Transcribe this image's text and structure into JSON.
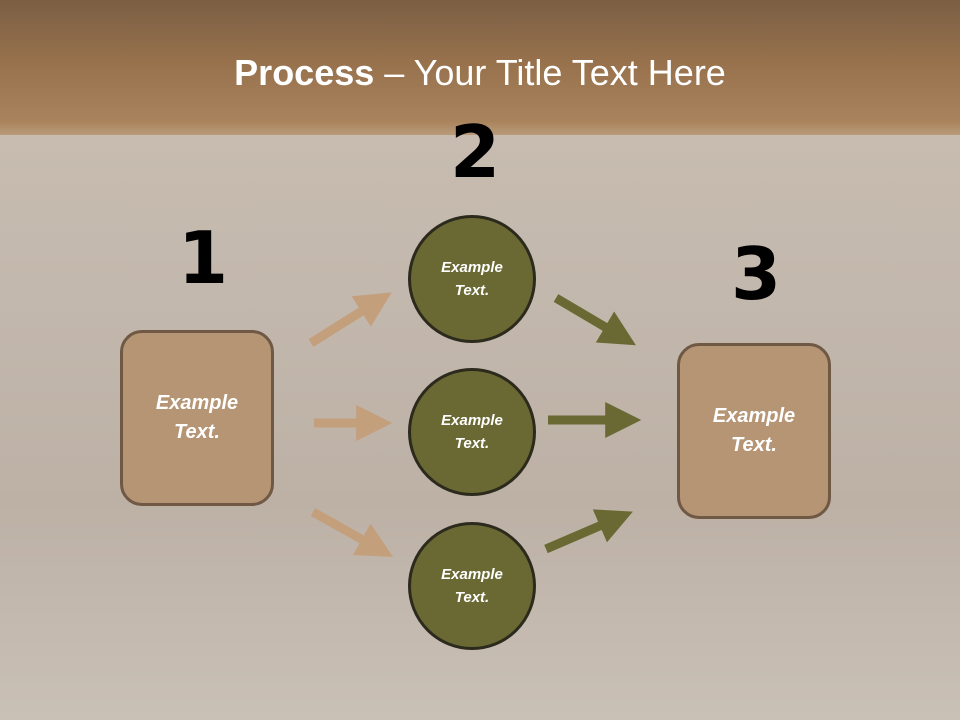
{
  "title": {
    "bold": "Process",
    "rest": " – Your Title Text Here"
  },
  "steps": {
    "one": "1",
    "two": "2",
    "three": "3"
  },
  "left_box": {
    "label": "Example\nText."
  },
  "right_box": {
    "label": "Example\nText."
  },
  "circles": [
    {
      "label": "Example\nText."
    },
    {
      "label": "Example\nText."
    },
    {
      "label": "Example\nText."
    }
  ],
  "colors": {
    "box_fill": "#b59574",
    "box_border": "#6f5844",
    "circle_fill": "#6a6934",
    "circle_border": "#2c2a1c",
    "left_arrows": "#c39f7c",
    "right_arrows": "#6a6934",
    "header_band": "#97714c"
  }
}
